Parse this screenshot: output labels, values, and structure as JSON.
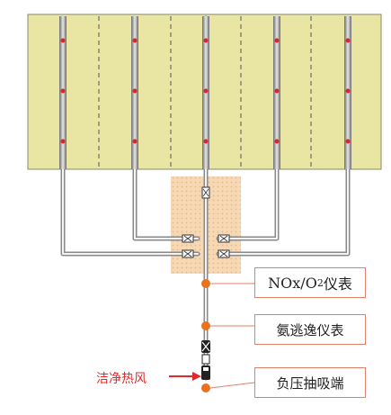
{
  "labels": {
    "nox_prefix": "NOx/O",
    "nox_subscript": "2",
    "nox_suffix": "仪表",
    "nh3_slip_meter": "氨逃逸仪表",
    "suction_end": "负压抽吸端",
    "clean_hot_air": "洁净热风"
  },
  "colors": {
    "duct_fill": "#e8e6a2",
    "duct_border": "#8a8a6e",
    "sampling_zone": "#f6d8b4",
    "pipe": "#9a9a9a",
    "sample_point": "#e0222a",
    "instrument_node": "#e8731e",
    "callout_border": "#e0806a",
    "arrow": "#e02a2a"
  },
  "icons": {
    "valve": "valve-icon",
    "sample_point": "sample-point-icon",
    "arrow": "arrow-right-icon",
    "filter": "filter-icon"
  }
}
